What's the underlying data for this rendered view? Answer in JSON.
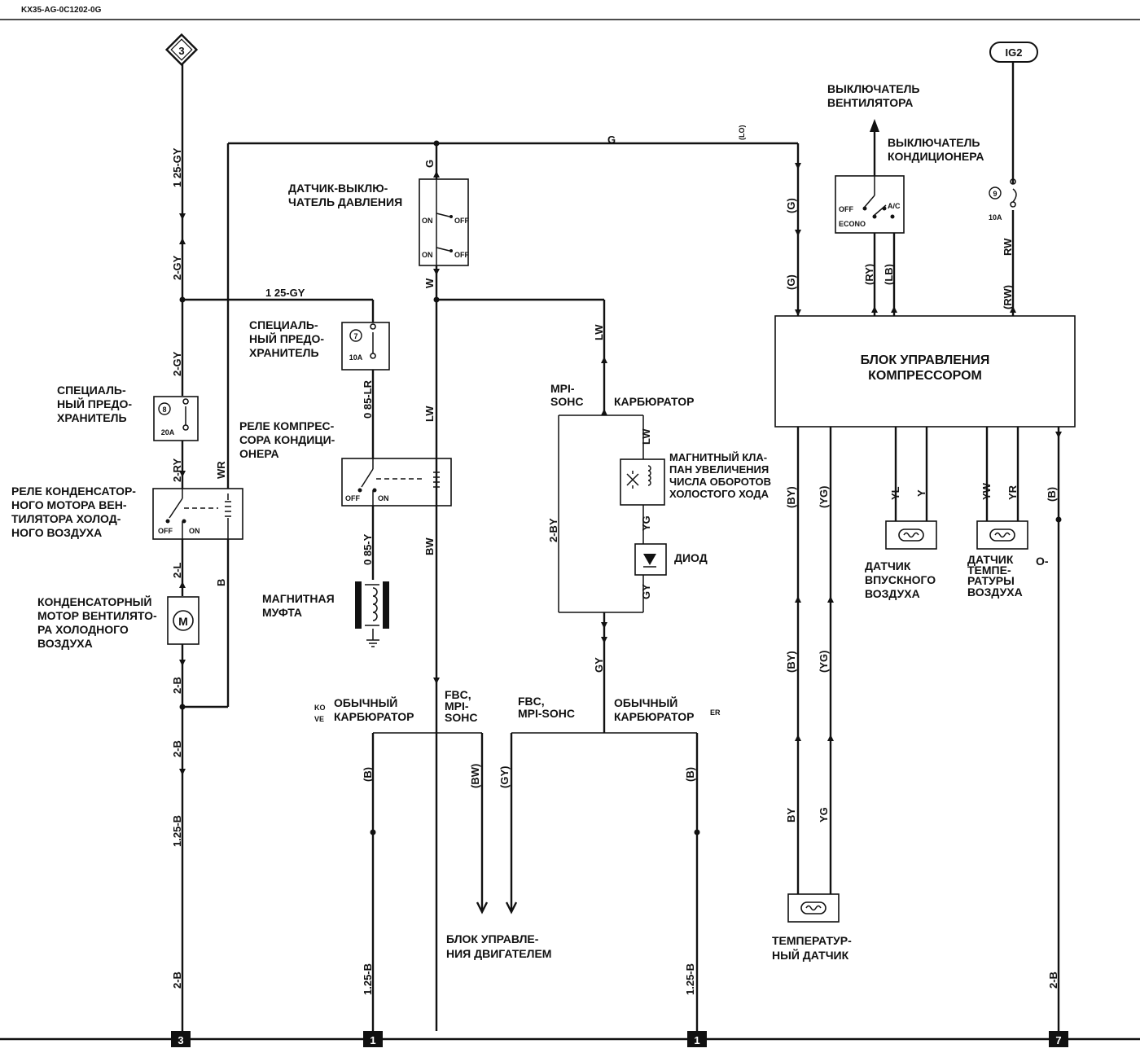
{
  "header": {
    "doc_code": "KX35-AG-0C1202-0G"
  },
  "connectors": {
    "top_left": "3",
    "top_right": "IG2",
    "bottom_left": "3",
    "bottom_mid1": "1",
    "bottom_mid2": "1",
    "bottom_right": "7"
  },
  "components": {
    "fan_switch": [
      "ВЫКЛЮЧАТЕЛЬ",
      "ВЕНТИЛЯТОРА"
    ],
    "ac_switch": [
      "ВЫКЛЮЧАТЕЛЬ",
      "КОНДИЦИОНЕРА"
    ],
    "pressure_switch": [
      "ДАТЧИК-ВЫКЛЮ-",
      "ЧАТЕЛЬ ДАВЛЕНИЯ"
    ],
    "special_fuse_7": [
      "СПЕЦИАЛЬ-",
      "НЫЙ ПРЕДО-",
      "ХРАНИТЕЛЬ"
    ],
    "special_fuse_8": [
      "СПЕЦИАЛЬ-",
      "НЫЙ ПРЕДО-",
      "ХРАНИТЕЛЬ"
    ],
    "compressor_relay": [
      "РЕЛЕ КОМПРЕС-",
      "СОРА КОНДИЦИ-",
      "ОНЕРА"
    ],
    "condenser_relay": [
      "РЕЛЕ КОНДЕНСАТОР-",
      "НОГО МОТОРА ВЕН-",
      "ТИЛЯТОРА ХОЛОД-",
      "НОГО ВОЗДУХА"
    ],
    "condenser_motor": [
      "КОНДЕНСАТОРНЫЙ",
      "МОТОР ВЕНТИЛЯТО-",
      "РА ХОЛОДНОГО",
      "ВОЗДУХА"
    ],
    "magnetic_clutch": [
      "МАГНИТНАЯ",
      "МУФТА"
    ],
    "compressor_ecu": [
      "БЛОК УПРАВЛЕНИЯ",
      "КОМПРЕССОРОМ"
    ],
    "idle_valve": [
      "МАГНИТНЫЙ КЛА-",
      "ПАН УВЕЛИЧЕНИЯ",
      "ЧИСЛА ОБОРОТОВ",
      "ХОЛОСТОГО ХОДА"
    ],
    "diode": "ДИОД",
    "intake_sensor": [
      "ДАТЧИК",
      "ВПУСКНОГО",
      "ВОЗДУХА"
    ],
    "air_temp_sensor": [
      "ДАТЧИК",
      "ТЕМПЕ-",
      "РАТУРЫ",
      "ВОЗДУХА"
    ],
    "temp_sensor": [
      "ТЕМПЕРАТУР-",
      "НЫЙ ДАТЧИК"
    ],
    "engine_ecu": [
      "БЛОК УПРАВЛЕ-",
      "НИЯ ДВИГАТЕЛЕМ"
    ]
  },
  "variant_labels": {
    "mpi_sohc": [
      "MPI-",
      "SOHC"
    ],
    "carb": "КАРБЮРАТОР",
    "normal_carb_left": [
      "ОБЫЧНЫЙ",
      "КАРБЮРАТОР"
    ],
    "fbc_left": [
      "FBC,",
      "MPI-",
      "SOHC"
    ],
    "fbc_right": [
      "FBC,",
      "MPI-SOHC"
    ],
    "normal_carb_right": [
      "ОБЫЧНЫЙ",
      "КАРБЮРАТОР"
    ]
  },
  "fuse_ratings": {
    "f7": "7",
    "f7a": "10A",
    "f8": "8",
    "f8a": "20A",
    "f9": "9",
    "f9a": "10A"
  },
  "switch_states": {
    "off": "OFF",
    "on": "ON",
    "econo": "ECONO",
    "ac": "A/C",
    "lo": "(LO)"
  },
  "wire_labels": {
    "w_125gy_top": "1 25-GY",
    "w_2gy_a": "2-GY",
    "w_2gy_b": "2-GY",
    "w_125gy_h": "1 25-GY",
    "w_g_top": "G",
    "w_g_v": "G",
    "w_w": "W",
    "w_lw": "LW",
    "w_lw2": "LW",
    "w_lw3": "LW",
    "w_085lr": "0 85-LR",
    "w_085y": "0 85-Y",
    "w_bw": "BW",
    "w_2ry": "2-RY",
    "w_wr": "WR",
    "w_2l": "2-L",
    "w_b": "B",
    "w_2b_a": "2-B",
    "w_2b_b": "2-B",
    "w_125b_a": "1.25-B",
    "w_2b_c": "2-B",
    "w_2by": "2-BY",
    "w_gy": "GY",
    "w_yg": "YG",
    "w_gy2": "GY",
    "w_pg1": "(G)",
    "w_pg2": "(G)",
    "w_ry": "(RY)",
    "w_lb": "(LB)",
    "w_rw_top": "RW",
    "w_rw": "(RW)",
    "w_pby": "(BY)",
    "w_pyg": "(YG)",
    "w_pby2": "(BY)",
    "w_pyg2": "(YG)",
    "w_by": "BY",
    "w_yg2": "YG",
    "w_yl": "YL",
    "w_y": "Y",
    "w_yw": "YW",
    "w_yr": "YR",
    "w_pb_r": "(B)",
    "w_2b_r": "2-B",
    "w_pb1": "(B)",
    "w_pbw": "(BW)",
    "w_pgy": "(GY)",
    "w_pb2": "(B)",
    "w_125b_b": "1.25-B",
    "w_125b_c": "1.25-B"
  },
  "stray_marks": {
    "m1": "KO",
    "m2": "VE",
    "m3": "ER",
    "m4": "O-"
  }
}
